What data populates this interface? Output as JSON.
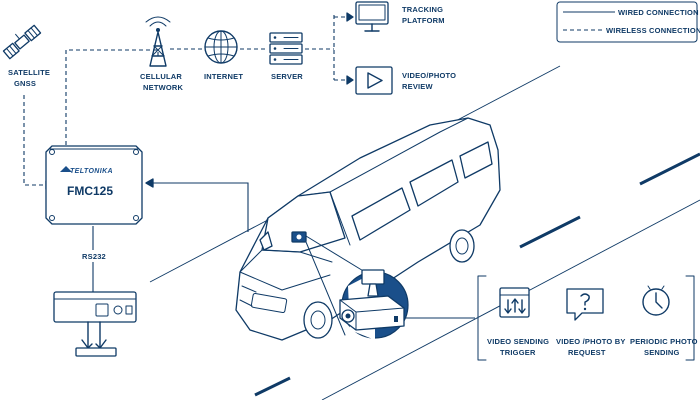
{
  "legend": {
    "wired_label": "WIRED CONNECTION",
    "wireless_label": "WIRELESS CONNECTION"
  },
  "nodes": {
    "satellite": {
      "line1": "SATELLITE",
      "line2": "GNSS",
      "icon": "satellite-icon"
    },
    "cellular": {
      "line1": "CELLULAR",
      "line2": "NETWORK",
      "icon": "cell-tower-icon"
    },
    "internet": {
      "line1": "INTERNET",
      "icon": "globe-icon"
    },
    "server": {
      "line1": "SERVER",
      "icon": "server-icon"
    },
    "tracking": {
      "line1": "TRACKING",
      "line2": "PLATFORM",
      "icon": "monitor-icon"
    },
    "video_review": {
      "line1": "VIDEO/PHOTO",
      "line2": "REVIEW",
      "icon": "play-icon"
    },
    "device": {
      "brand": "TELTONIKA",
      "model": "FMC125",
      "icon": "tracker-device-icon"
    },
    "rs232": {
      "label": "RS232"
    },
    "camera": {
      "icon": "camera-icon"
    }
  },
  "features": [
    {
      "line1": "VIDEO SENDING",
      "line2": "TRIGGER",
      "icon": "trigger-icon"
    },
    {
      "line1": "VIDEO /PHOTO BY",
      "line2": "REQUEST",
      "icon": "request-icon"
    },
    {
      "line1": "PERIODIC PHOTO",
      "line2": "SENDING",
      "icon": "clock-icon"
    }
  ],
  "colors": {
    "primary": "#0f3a66",
    "accent": "#1a4f8a",
    "background": "#ffffff"
  }
}
